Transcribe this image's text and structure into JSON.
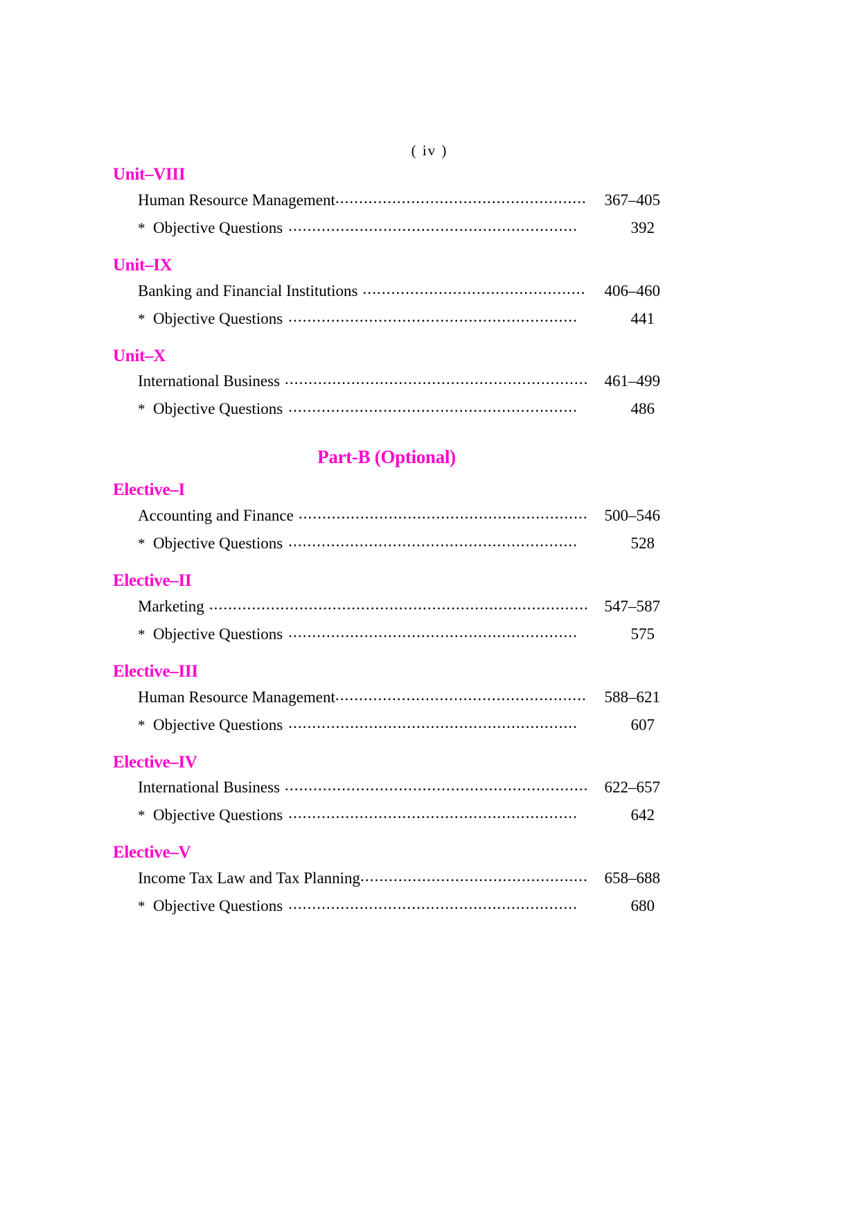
{
  "page": {
    "folio": "(  iv  )",
    "accent_color": "#FF00CC",
    "text_color": "#000000",
    "background": "#FFFFFF"
  },
  "part_b": {
    "heading": "Part-B (Optional)"
  },
  "sections": [
    {
      "heading": "Unit–VIII",
      "main": {
        "title": "Human Resource Management",
        "pages": "367–405"
      },
      "sub": {
        "marker": "*",
        "title": "Objective Questions",
        "pages": "392"
      }
    },
    {
      "heading": "Unit–IX",
      "main": {
        "title": "Banking and Financial Institutions",
        "pages": "406–460"
      },
      "sub": {
        "marker": "*",
        "title": "Objective Questions",
        "pages": "441"
      }
    },
    {
      "heading": "Unit–X",
      "main": {
        "title": "International Business",
        "pages": "461–499"
      },
      "sub": {
        "marker": "*",
        "title": "Objective Questions",
        "pages": "486"
      }
    },
    {
      "heading": "Elective–I",
      "main": {
        "title": "Accounting and Finance",
        "pages": "500–546"
      },
      "sub": {
        "marker": "*",
        "title": "Objective Questions",
        "pages": "528"
      }
    },
    {
      "heading": "Elective–II",
      "main": {
        "title": "Marketing",
        "pages": "547–587"
      },
      "sub": {
        "marker": "*",
        "title": "Objective Questions",
        "pages": "575"
      }
    },
    {
      "heading": "Elective–III",
      "main": {
        "title": "Human Resource Management",
        "pages": "588–621"
      },
      "sub": {
        "marker": "*",
        "title": "Objective Questions",
        "pages": "607"
      }
    },
    {
      "heading": "Elective–IV",
      "main": {
        "title": "International Business",
        "pages": "622–657"
      },
      "sub": {
        "marker": "*",
        "title": "Objective Questions",
        "pages": "642"
      }
    },
    {
      "heading": "Elective–V",
      "main": {
        "title": "Income Tax Law and Tax Planning",
        "pages": "658–688"
      },
      "sub": {
        "marker": "*",
        "title": "Objective Questions",
        "pages": "680"
      }
    }
  ]
}
